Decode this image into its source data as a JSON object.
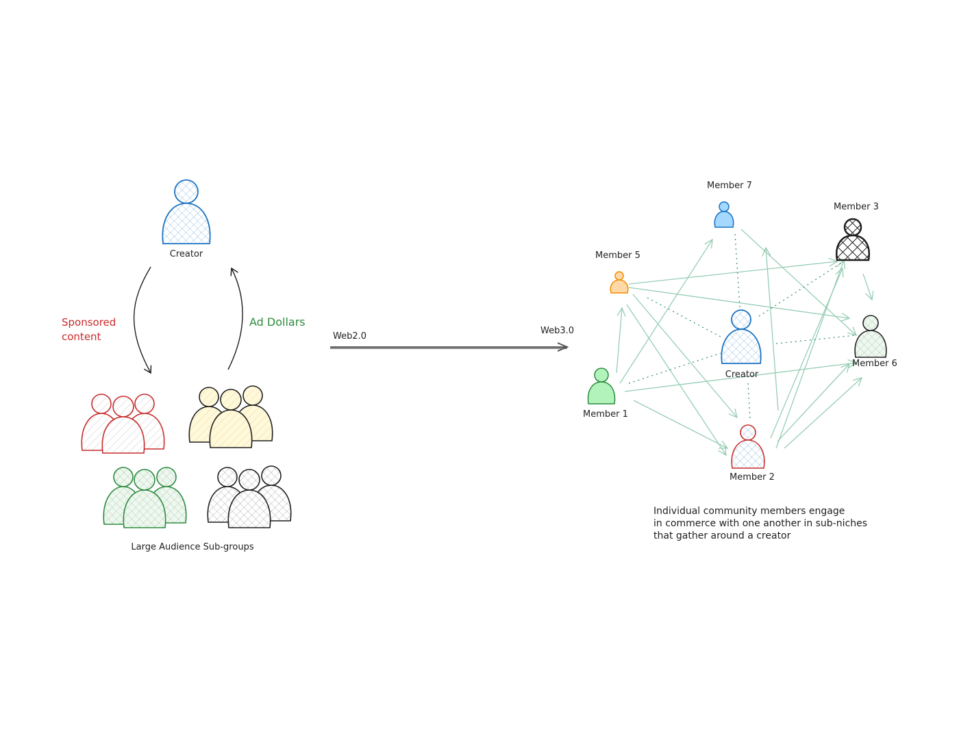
{
  "web2": {
    "creator_label": "Creator",
    "sponsored_line1": "Sponsored",
    "sponsored_line2": "content",
    "ad_dollars": "Ad Dollars",
    "subgroups_label": "Large Audience Sub-groups"
  },
  "transition": {
    "from_label": "Web2.0",
    "to_label": "Web3.0"
  },
  "web3": {
    "creator_label": "Creator",
    "members": [
      {
        "id": "m7",
        "label": "Member 7"
      },
      {
        "id": "m3",
        "label": "Member 3"
      },
      {
        "id": "m5",
        "label": "Member 5"
      },
      {
        "id": "m6",
        "label": "Member 6"
      },
      {
        "id": "m1",
        "label": "Member 1"
      },
      {
        "id": "m2",
        "label": "Member 2"
      }
    ],
    "caption_line1": "Individual community members engage",
    "caption_line2": "in commerce with one another in sub-niches",
    "caption_line3": "that gather around a creator"
  },
  "colors": {
    "blue": "#1971c2",
    "red": "#c92a2a",
    "green": "#2b8a3e",
    "dark": "#1e1e1e",
    "yellow_fill": "#fff3bf",
    "orange": "#f08c00",
    "cyan_fill": "#a5d8ff",
    "light_green_fill": "#b2f2bb",
    "edge_green": "#96cdb4"
  }
}
